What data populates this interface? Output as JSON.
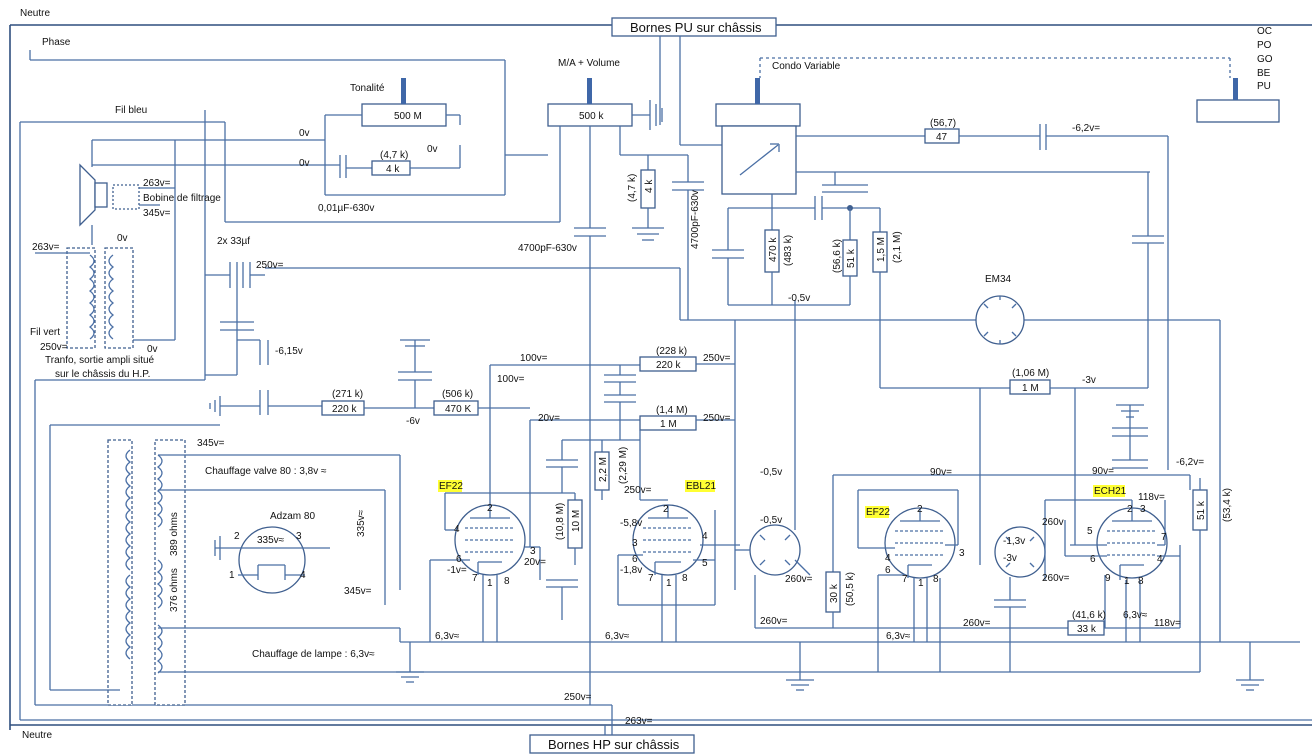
{
  "labels": {
    "neutre_top": "Neutre",
    "phase": "Phase",
    "neutre_bottom": "Neutre",
    "bornes_pu": "Bornes PU sur châssis",
    "bornes_hp": "Bornes HP sur châssis",
    "condo_variable": "Condo Variable",
    "tonalite": "Tonalité",
    "ma_volume": "M/A + Volume",
    "fil_bleu": "Fil bleu",
    "fil_vert": "Fil vert",
    "bobine_filtrage": "Bobine de filtrage",
    "tranfo_1": "Tranfo, sortie ampli situé",
    "tranfo_2": "sur le châssis du H.P.",
    "chauffage_valve": "Chauffage valve 80 : 3,8v ≈",
    "chauffage_lampe": "Chauffage de lampe : 6,3v≈",
    "ohms_389": "389 ohms",
    "ohms_376": "376 ohms",
    "adzam": "Adzam 80",
    "cap_2x33": "2x 33µf",
    "cap_001": "0,01µF-630v",
    "cap_4700a": "4700pF-630v",
    "cap_4700b": "4700pF-630v"
  },
  "bands": [
    "OC",
    "PO",
    "GO",
    "BE",
    "PU"
  ],
  "tubes": {
    "ef22_a": "EF22",
    "ebl21": "EBL21",
    "ef22_b": "EF22",
    "ech21": "ECH21",
    "em34": "EM34"
  },
  "resistors": {
    "r_500m": "500 M",
    "r_500k": "500 k",
    "r_4k_a": "4 k",
    "r_4k_b": "4 k",
    "r_47": "47",
    "r_470k_a": "470 k",
    "r_51k_a": "51 k",
    "r_15m": "1,5 M",
    "r_220k_a": "220 k",
    "r_1m_a": "1 M",
    "r_220k_b": "220 k",
    "r_470K": "470 K",
    "r_1m_b": "1 M",
    "r_22m": "2,2 M",
    "r_10m": "10 M",
    "r_30k": "30 k",
    "r_33k": "33 k",
    "r_51k_b": "51 k"
  },
  "measured": {
    "m_47k": "(4,7 k)",
    "m_47k_b": "(4,7 k)",
    "m_567": "(56,7)",
    "m_483k": "(483 k)",
    "m_566k": "(56,6 k)",
    "m_21m": "(2,1 M)",
    "m_228k": "(228 k)",
    "m_14m": "(1,4 M)",
    "m_271k": "(271 k)",
    "m_506k": "(506 k)",
    "m_106m": "(1,06 M)",
    "m_229m": "(2,29 M)",
    "m_108m": "(10,8 M)",
    "m_505k": "(50,5 k)",
    "m_416k": "(41,6 k)",
    "m_534k": "(53,4 k)"
  },
  "voltages": {
    "v_0v_a": "0v",
    "v_0v_b": "0v",
    "v_0v_c": "0v",
    "v_0v_d": "0v",
    "v_0v_e": "0v",
    "v_263_a": "263v=",
    "v_345_a": "345v=",
    "v_263_b": "263v=",
    "v_250_a": "250v=",
    "v_250_b": "250v=",
    "v_615": "-6,15v",
    "v_6": "-6v",
    "v_100_a": "100v=",
    "v_100_b": "100v=",
    "v_250_c": "250v=",
    "v_20_a": "20v=",
    "v_250_d": "250v=",
    "v_345_b": "345v=",
    "v_335": "335v≈",
    "v_335b": "335v≈",
    "v_345_c": "345v=",
    "v_62_a": "-6,2v=",
    "v_05_a": "-0,5v",
    "v_3": "-3v",
    "v_05_b": "-0,5v",
    "v_05_c": "-0,5v",
    "v_90_a": "90v=",
    "v_90_b": "90v=",
    "v_118_a": "118v=",
    "v_62_b": "-6,2v=",
    "v_250_e": "250v=",
    "v_58": "-5,8v",
    "v_18": "-1,8v",
    "v_1": "-1v=",
    "v_20_b": "20v=",
    "v_260_a": "260v=",
    "v_260_b": "260v=",
    "v_260_c": "260v=",
    "v_260_d": "260v",
    "v_260_e": "260v=",
    "v_13": "-1,3v",
    "v_3b": "-3v",
    "v_63_a": "6,3v≈",
    "v_63_b": "6,3v≈",
    "v_63_c": "6,3v≈",
    "v_63_d": "6,3v≈",
    "v_118_b": "118v=",
    "v_250_f": "250v=",
    "v_263_c": "263v="
  },
  "pins": {
    "p2": "2",
    "p3": "3",
    "p4": "4",
    "p5": "5",
    "p6": "6",
    "p7": "7",
    "p8": "8",
    "p1": "1",
    "p9": "9"
  }
}
